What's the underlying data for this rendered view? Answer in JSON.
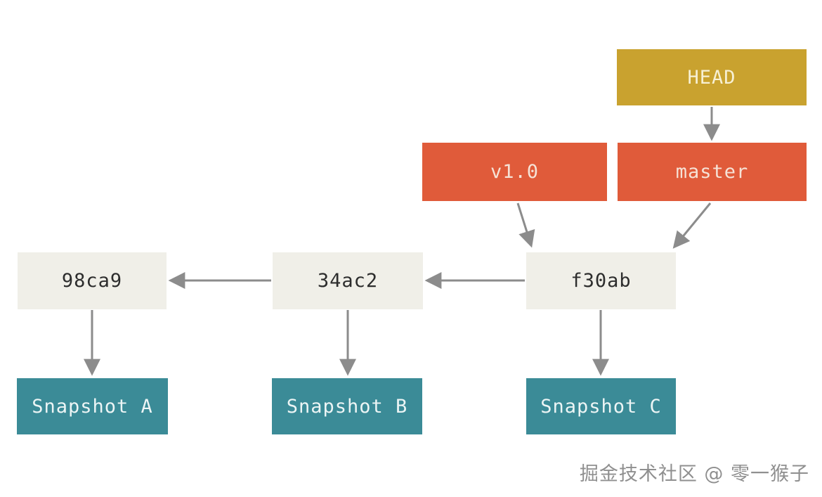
{
  "diagram": {
    "title": "git-commit-graph",
    "nodes": {
      "head": {
        "label": "HEAD",
        "kind": "pointer",
        "color": "#c9a22f",
        "text_color": "#f7f0d4"
      },
      "v1": {
        "label": "v1.0",
        "kind": "tag",
        "color": "#e05b3a",
        "text_color": "#f6e2d6"
      },
      "master": {
        "label": "master",
        "kind": "branch",
        "color": "#e05b3a",
        "text_color": "#f6e2d6"
      },
      "f30ab": {
        "label": "f30ab",
        "kind": "commit",
        "color": "#f0efe8",
        "text_color": "#2d2d2d"
      },
      "c34ac2": {
        "label": "34ac2",
        "kind": "commit",
        "color": "#f0efe8",
        "text_color": "#2d2d2d"
      },
      "c98ca9": {
        "label": "98ca9",
        "kind": "commit",
        "color": "#f0efe8",
        "text_color": "#2d2d2d"
      },
      "snap_a": {
        "label": "Snapshot A",
        "kind": "snapshot",
        "color": "#3b8b97",
        "text_color": "#ecf5f5"
      },
      "snap_b": {
        "label": "Snapshot B",
        "kind": "snapshot",
        "color": "#3b8b97",
        "text_color": "#ecf5f5"
      },
      "snap_c": {
        "label": "Snapshot C",
        "kind": "snapshot",
        "color": "#3b8b97",
        "text_color": "#ecf5f5"
      }
    },
    "edges": [
      {
        "from": "HEAD",
        "to": "master"
      },
      {
        "from": "v1.0",
        "to": "f30ab"
      },
      {
        "from": "master",
        "to": "f30ab"
      },
      {
        "from": "f30ab",
        "to": "34ac2"
      },
      {
        "from": "34ac2",
        "to": "98ca9"
      },
      {
        "from": "98ca9",
        "to": "Snapshot A"
      },
      {
        "from": "34ac2",
        "to": "Snapshot B"
      },
      {
        "from": "f30ab",
        "to": "Snapshot C"
      }
    ],
    "arrow_color": "#8c8c8c",
    "background_color": "#ffffff"
  },
  "watermark": {
    "text": "掘金技术社区 @ 零一猴子"
  }
}
